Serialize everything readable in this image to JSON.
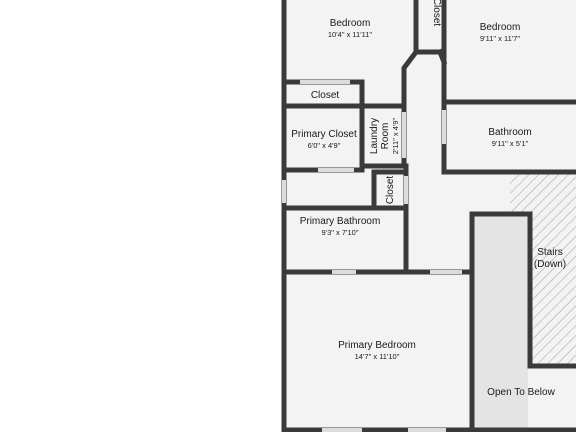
{
  "floor_plan": {
    "rooms": [
      {
        "id": "bedroom-nw",
        "name": "Bedroom",
        "dims": "10'4\" x 11'11\""
      },
      {
        "id": "closet-top",
        "name": "Closet",
        "dims": ""
      },
      {
        "id": "bedroom-ne",
        "name": "Bedroom",
        "dims": "9'11\" x 11'7\""
      },
      {
        "id": "closet-left",
        "name": "Closet",
        "dims": ""
      },
      {
        "id": "primary-closet",
        "name": "Primary Closet",
        "dims": "6'0\" x 4'9\""
      },
      {
        "id": "laundry",
        "name_line1": "Laundry",
        "name_line2": "Room",
        "dims": "2'11\" x 4'9\""
      },
      {
        "id": "bathroom",
        "name": "Bathroom",
        "dims": "9'11\" x 5'1\""
      },
      {
        "id": "closet-small",
        "name": "Closet",
        "dims": ""
      },
      {
        "id": "primary-bathroom",
        "name": "Primary Bathroom",
        "dims": "9'3\" x 7'10\""
      },
      {
        "id": "stairs",
        "name_line1": "Stairs",
        "name_line2": "(Down)"
      },
      {
        "id": "primary-bedroom",
        "name": "Primary Bedroom",
        "dims": "14'7\" x 11'10\""
      },
      {
        "id": "open-below",
        "name": "Open To Below"
      }
    ],
    "colors": {
      "wall": "#3a3a3a",
      "floor": "#f3f3f3",
      "background": "#ffffff",
      "open_area": "#e4e4e4",
      "stairs_hatch": "#b5b5b5"
    }
  }
}
